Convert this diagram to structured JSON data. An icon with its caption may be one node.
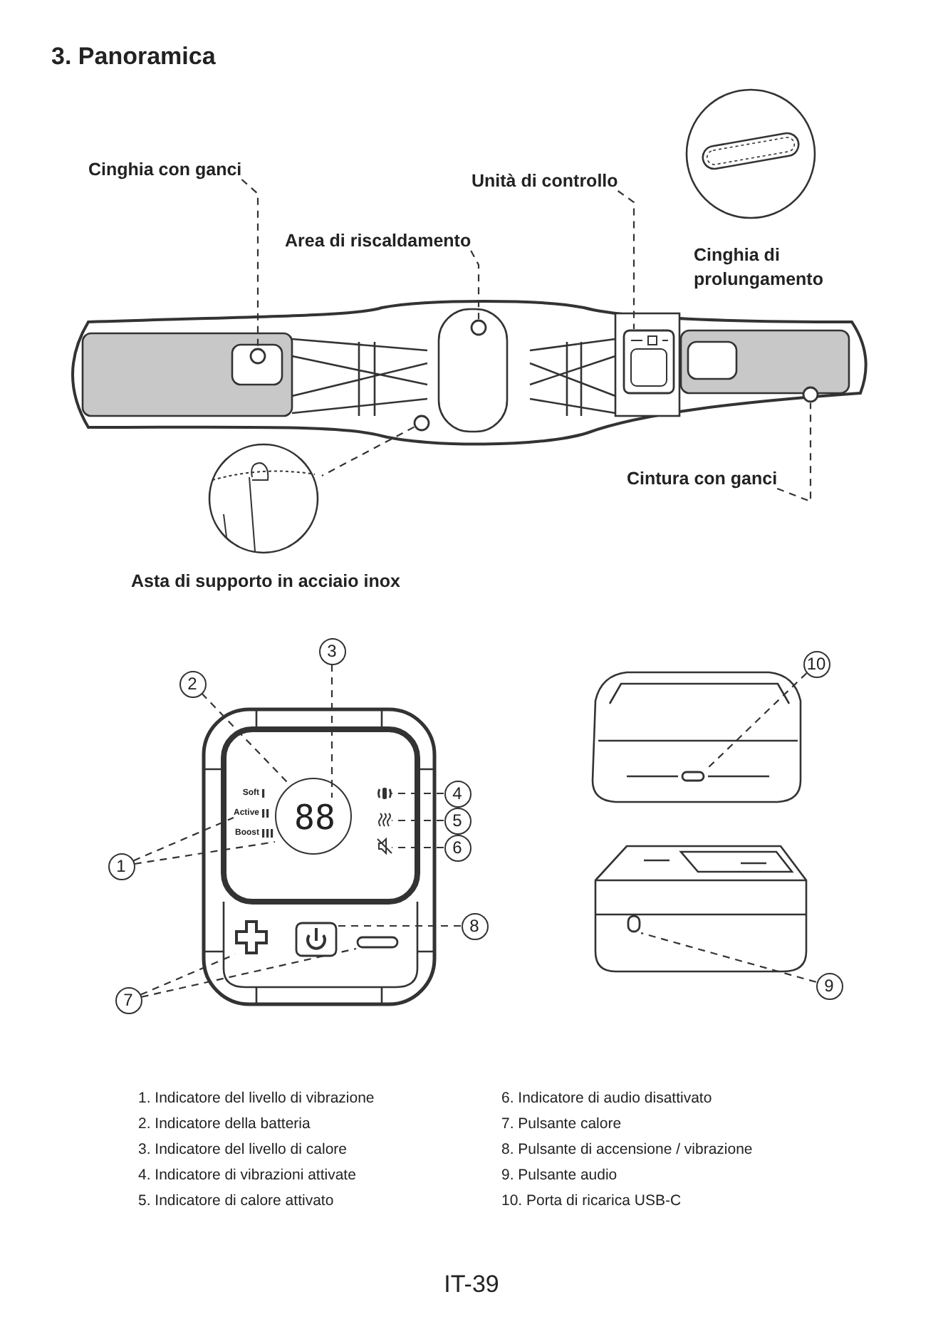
{
  "diagram": {
    "title": "3. Panoramica",
    "nodes": [
      {
        "text": [
          "Cinghia con ganci"
        ]
      },
      {
        "text": [],
        "shape": "circle"
      },
      {
        "text": [
          "Area di riscaldamento"
        ]
      },
      {
        "text": [],
        "shape": "circle"
      },
      {
        "text": [
          "Unità di controllo"
        ]
      },
      {
        "text": [],
        "shape": "box"
      },
      {
        "text": [],
        "shape": "circle"
      },
      {
        "text": [
          "Asta di supporto in acciaio inox"
        ]
      },
      {
        "text": [
          "Cintura con ganci"
        ]
      },
      {
        "text": [],
        "shape": "circle"
      },
      {
        "text": [
          "2"
        ]
      },
      {
        "text": [
          "3"
        ]
      },
      {
        "text": [],
        "shape": "circle"
      },
      {
        "text": [
          "88"
        ],
        "in": 12
      },
      {
        "text": [
          "Soft",
          "Active",
          "Boost"
        ]
      },
      {
        "text": [],
        "shape": "icon"
      },
      {
        "text": [],
        "shape": "icon"
      },
      {
        "text": [],
        "shape": "icon"
      },
      {
        "text": [
          "4"
        ]
      },
      {
        "text": [
          "5"
        ]
      },
      {
        "text": [
          "6"
        ]
      },
      {
        "text": [
          "1"
        ]
      },
      {
        "text": [],
        "shape": "cross"
      },
      {
        "text": [],
        "shape": "box"
      },
      {
        "text": [],
        "shape": "bar"
      },
      {
        "text": [
          "8"
        ]
      },
      {
        "text": [
          "7"
        ]
      },
      {
        "text": [
          "10"
        ]
      },
      {
        "text": [],
        "shape": "bar"
      },
      {
        "text": [],
        "shape": "box"
      },
      {
        "text": [
          "9"
        ]
      }
    ],
    "edges": [
      {
        "from": 0,
        "to": 1,
        "arrow": "none",
        "style": "dashed"
      },
      {
        "from": 2,
        "to": 3,
        "arrow": "none",
        "style": "dashed"
      },
      {
        "from": 4,
        "to": 5,
        "arrow": "none",
        "style": "dashed"
      },
      {
        "from": 6,
        "to": 7,
        "arrow": "none",
        "style": "dashed"
      },
      {
        "from": 8,
        "to": 9,
        "arrow": "none",
        "style": "dashed"
      },
      {
        "from": 10,
        "to": 12,
        "arrow": "none",
        "style": "dashed"
      },
      {
        "from": 11,
        "to": 13,
        "arrow": "none",
        "style": "dashed"
      },
      {
        "from": 18,
        "to": 15,
        "arrow": "none",
        "style": "dashed"
      },
      {
        "from": 19,
        "to": 16,
        "arrow": "none",
        "style": "dashed"
      },
      {
        "from": 20,
        "to": 17,
        "arrow": "none",
        "style": "dashed"
      },
      {
        "from": 21,
        "to": 14,
        "arrow": "none",
        "style": "dashed"
      },
      {
        "from": 21,
        "to": 14,
        "arrow": "none",
        "style": "dashed"
      },
      {
        "from": 25,
        "to": 23,
        "arrow": "none",
        "style": "dashed"
      },
      {
        "from": 26,
        "to": 22,
        "arrow": "none",
        "style": "dashed"
      },
      {
        "from": 26,
        "to": 24,
        "arrow": "none",
        "style": "dashed"
      },
      {
        "from": 27,
        "to": 28,
        "arrow": "none",
        "style": "dashed"
      },
      {
        "from": 30,
        "to": 29,
        "arrow": "none",
        "style": "dashed"
      }
    ],
    "labels": [
      "Cinghia di prolungamento",
      "1. Indicatore del livello di vibrazione",
      "2. Indicatore della batteria",
      "3. Indicatore del livello di calore",
      "4. Indicatore di vibrazioni attivate",
      "5. Indicatore di calore attivato",
      "6. Indicatore di audio disattivato",
      "7. Pulsante calore",
      "8. Pulsante di accensione / vibrazione",
      "9. Pulsante audio",
      "10. Porta di ricarica USB-C",
      "IT-39"
    ]
  }
}
